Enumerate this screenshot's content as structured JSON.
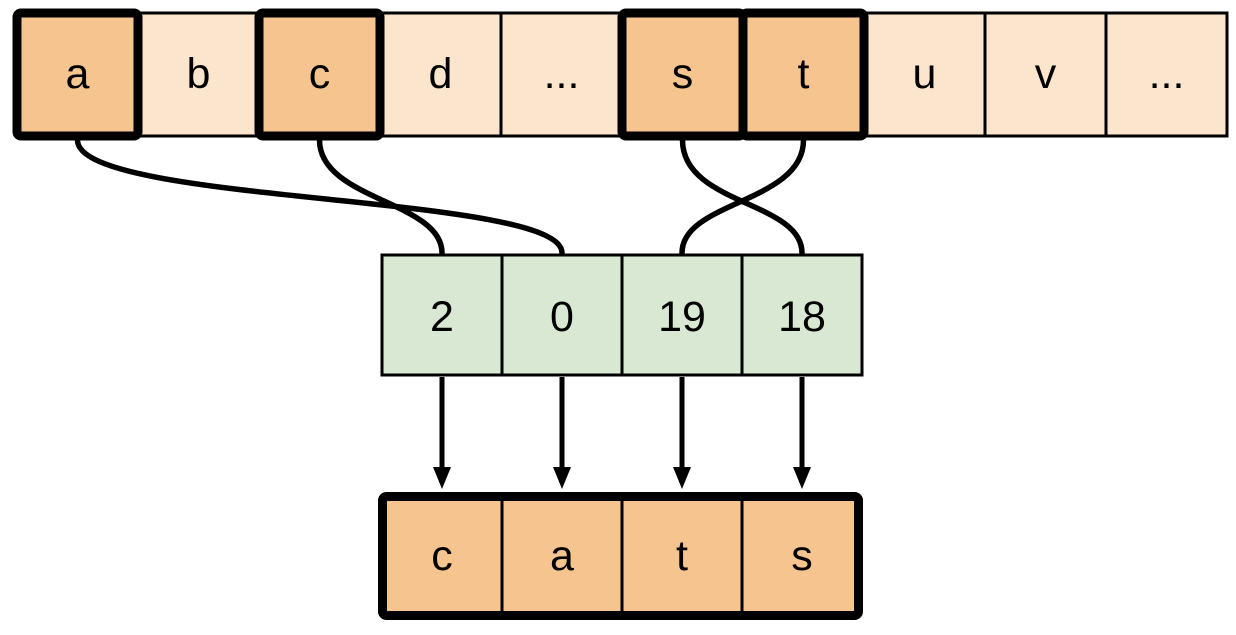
{
  "diagram": {
    "alphabet_row": {
      "cells": [
        {
          "label": "a",
          "highlighted": true
        },
        {
          "label": "b",
          "highlighted": false
        },
        {
          "label": "c",
          "highlighted": true
        },
        {
          "label": "d",
          "highlighted": false
        },
        {
          "label": "...",
          "highlighted": false
        },
        {
          "label": "s",
          "highlighted": true
        },
        {
          "label": "t",
          "highlighted": true
        },
        {
          "label": "u",
          "highlighted": false
        },
        {
          "label": "v",
          "highlighted": false
        },
        {
          "label": "...",
          "highlighted": false
        }
      ]
    },
    "index_row": {
      "cells": [
        {
          "label": "2"
        },
        {
          "label": "0"
        },
        {
          "label": "19"
        },
        {
          "label": "18"
        }
      ]
    },
    "output_row": {
      "cells": [
        {
          "label": "c"
        },
        {
          "label": "a"
        },
        {
          "label": "t"
        },
        {
          "label": "s"
        }
      ]
    },
    "mappings": [
      {
        "letter": "a",
        "index": "0"
      },
      {
        "letter": "c",
        "index": "2"
      },
      {
        "letter": "s",
        "index": "18"
      },
      {
        "letter": "t",
        "index": "19"
      }
    ],
    "colors": {
      "highlight_fill": "#f6c48f",
      "plain_fill": "#fce5cd",
      "index_fill": "#d9e8d2",
      "output_fill": "#f6c48f",
      "line": "#000000",
      "background": "#ffffff"
    }
  }
}
